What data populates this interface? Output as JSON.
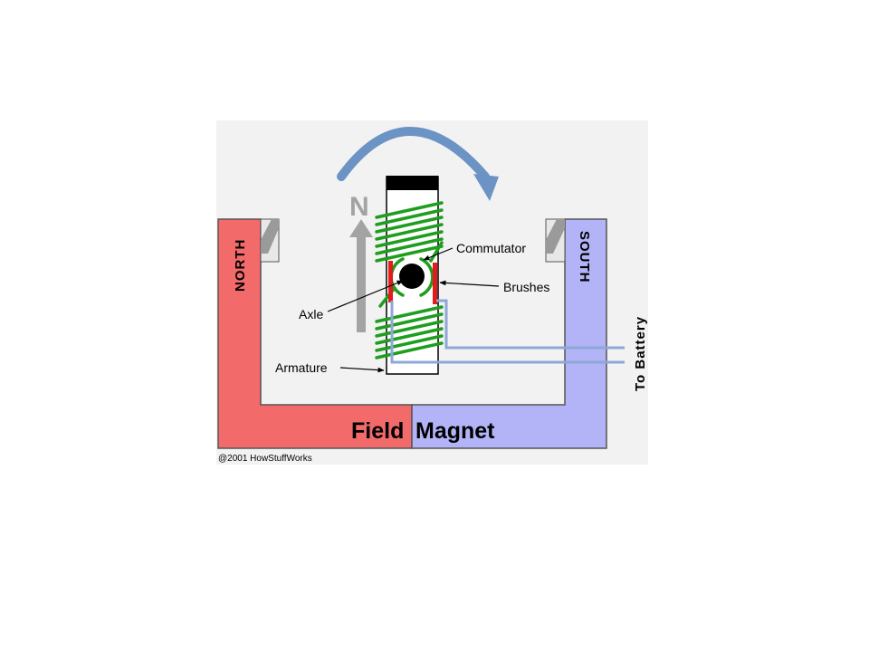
{
  "labels": {
    "north": "NORTH",
    "south": "SOUTH",
    "n_letter": "N",
    "commutator": "Commutator",
    "brushes": "Brushes",
    "axle": "Axle",
    "armature": "Armature",
    "to_battery": "To Battery",
    "field": "Field",
    "magnet": "Magnet",
    "copyright": "@2001 HowStuffWorks"
  },
  "colors": {
    "background_panel": "#f2f2f2",
    "north_pole": "#f26a6a",
    "south_pole": "#b3b3f7",
    "coil": "#1e9e1e",
    "brush": "#e31b1b",
    "rotation_arrow": "#6b93c4",
    "battery_wire": "#8fa7d6",
    "field_arrow": "#a3a3a3"
  }
}
